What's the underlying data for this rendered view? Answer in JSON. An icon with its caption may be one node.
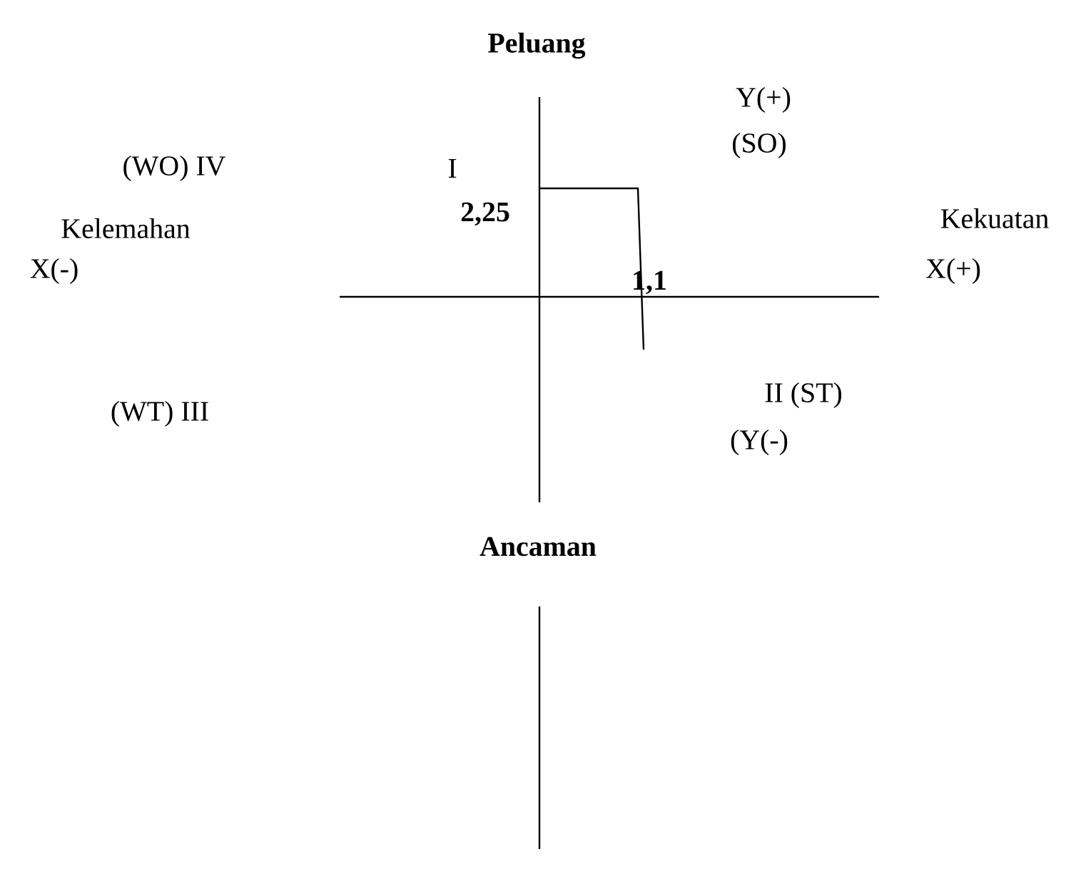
{
  "diagram": {
    "labels": [
      "Peluang",
      "Y(+)",
      "I",
      "(SO)",
      "(WO) IV",
      "2,25",
      "Kelemahan",
      "Kekuatan",
      "X(-)",
      "X(+)",
      "1,1",
      "(WT) III",
      "II (ST)",
      "(Y(-)",
      "Ancaman"
    ]
  }
}
